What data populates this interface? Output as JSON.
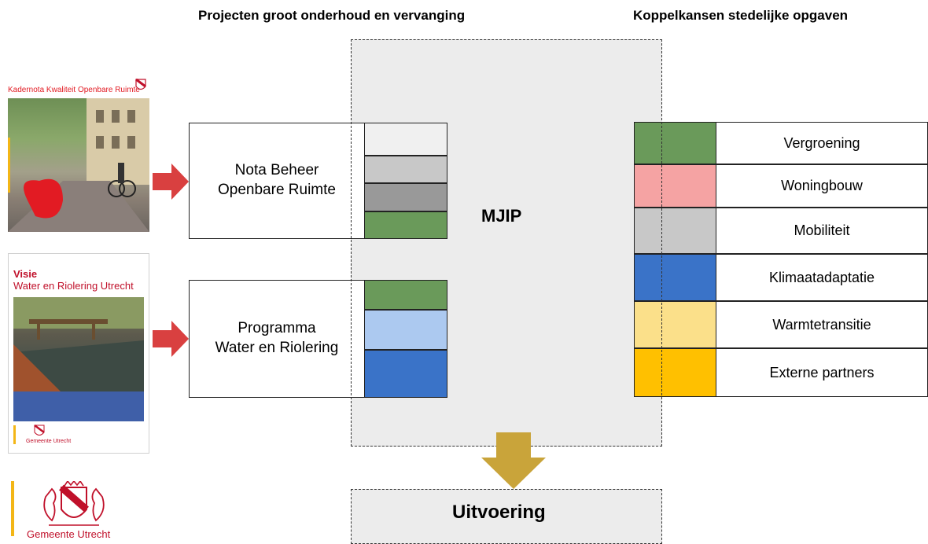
{
  "headers": {
    "projects": "Projecten groot onderhoud en vervanging",
    "koppelkansen": "Koppelkansen stedelijke opgaven"
  },
  "mjip": {
    "label": "MJIP"
  },
  "uitvoering": {
    "label": "Uitvoering"
  },
  "sources": [
    {
      "line1": "Nota Beheer",
      "line2": "Openbare Ruimte"
    },
    {
      "line1": "Programma",
      "line2": "Water en Riolering"
    }
  ],
  "bars_group1": [
    "#f0f0f0",
    "#c8c8c8",
    "#999999",
    "#6a9a5a"
  ],
  "bars_group2": [
    "#6a9a5a",
    "#acc9f0",
    "#3a73c8"
  ],
  "koppelkansen": [
    {
      "label": "Vergroening",
      "color": "#6a9a5a"
    },
    {
      "label": "Woningbouw",
      "color": "#f5a3a3"
    },
    {
      "label": "Mobiliteit",
      "color": "#c8c8c8"
    },
    {
      "label": "Klimaatadaptatie",
      "color": "#3a73c8"
    },
    {
      "label": "Warmtetransitie",
      "color": "#fbe08a"
    },
    {
      "label": "Externe partners",
      "color": "#ffc000"
    }
  ],
  "colors": {
    "red_arrow": "#d94040",
    "gold_arrow": "#c9a43a"
  },
  "doc1": {
    "title": "Kadernota Kwaliteit Openbare Ruimte"
  },
  "doc2": {
    "title_bold": "Visie",
    "title": "Water en Riolering Utrecht",
    "footer_name": "Gemeente Utrecht"
  },
  "logo": {
    "name": "Gemeente Utrecht",
    "icon": "utrecht-coat-of-arms-icon"
  }
}
